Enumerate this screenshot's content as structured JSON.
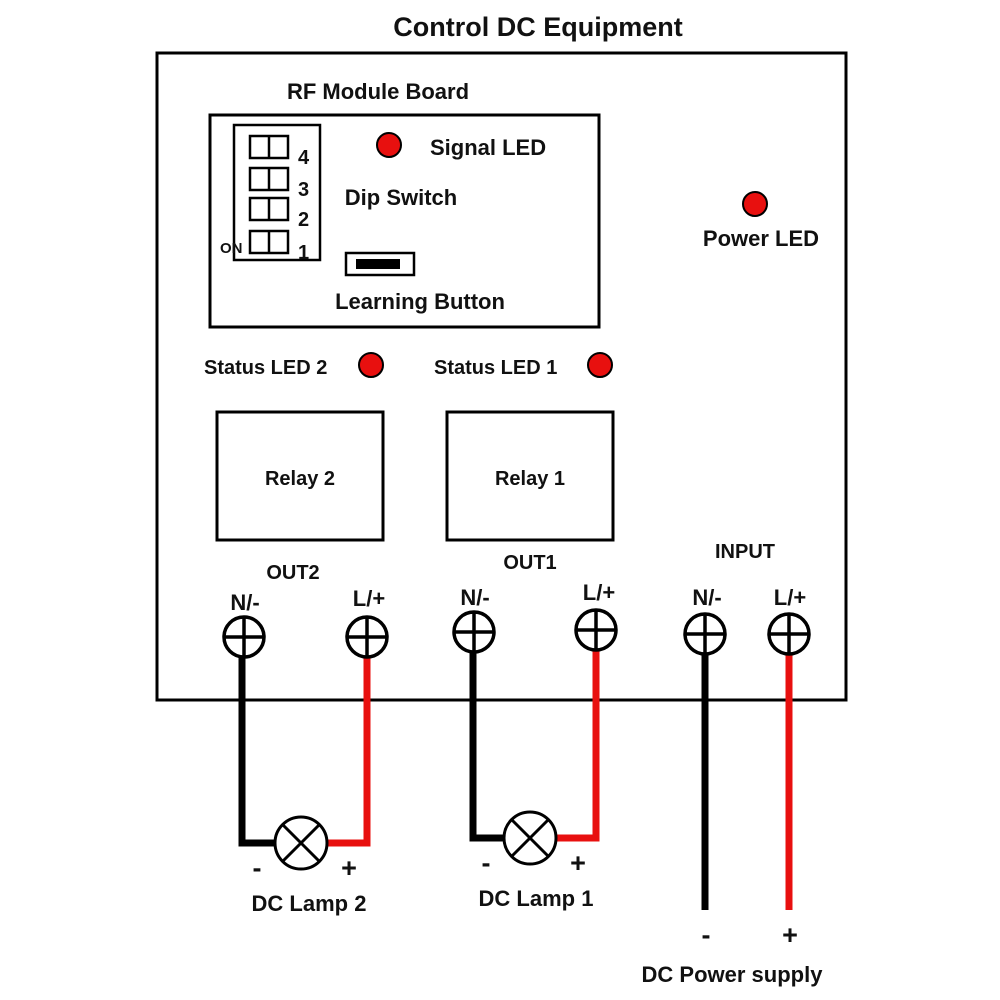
{
  "title": "Control DC Equipment",
  "colors": {
    "led": "#e8100f",
    "wire_positive": "#e8100f",
    "wire_negative": "#000000"
  },
  "rf_module": {
    "label": "RF Module Board",
    "signal_led_label": "Signal LED",
    "dip_switch_label": "Dip Switch",
    "dip_numbers": [
      "4",
      "3",
      "2",
      "1"
    ],
    "dip_on_label": "ON",
    "learning_button_label": "Learning Button"
  },
  "power_led_label": "Power LED",
  "status_led_2_label": "Status LED 2",
  "status_led_1_label": "Status LED 1",
  "relay_2_label": "Relay 2",
  "relay_1_label": "Relay 1",
  "out2": {
    "label": "OUT2",
    "neg": "N/-",
    "pos": "L/+"
  },
  "out1": {
    "label": "OUT1",
    "neg": "N/-",
    "pos": "L/+"
  },
  "input": {
    "label": "INPUT",
    "neg": "N/-",
    "pos": "L/+"
  },
  "lamp2": {
    "label": "DC Lamp 2",
    "minus": "-",
    "plus": "+"
  },
  "lamp1": {
    "label": "DC Lamp 1",
    "minus": "-",
    "plus": "+"
  },
  "power_supply": {
    "label": "DC Power supply",
    "minus": "-",
    "plus": "+"
  }
}
